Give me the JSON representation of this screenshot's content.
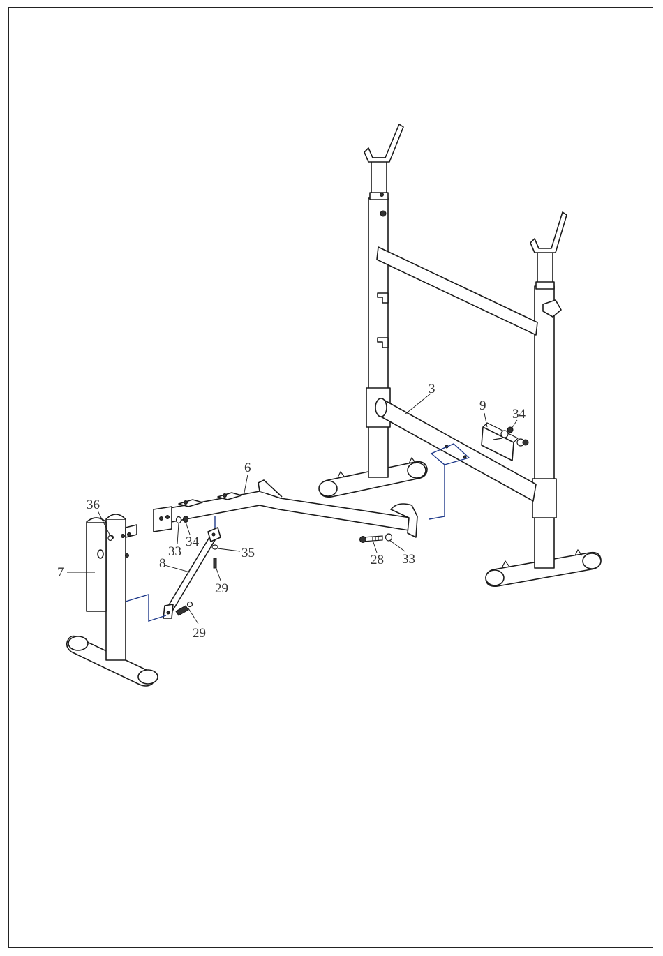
{
  "colors": {
    "line": "#1a1a1a",
    "guide": "#1f3a8a",
    "label": "#333333"
  },
  "labels": {
    "p3": "3",
    "p9": "9",
    "p34a": "34",
    "p6": "6",
    "p36": "36",
    "p7": "7",
    "p33a": "33",
    "p34b": "34",
    "p35": "35",
    "p8": "8",
    "p29a": "29",
    "p29b": "29",
    "p28": "28",
    "p33b": "33"
  }
}
